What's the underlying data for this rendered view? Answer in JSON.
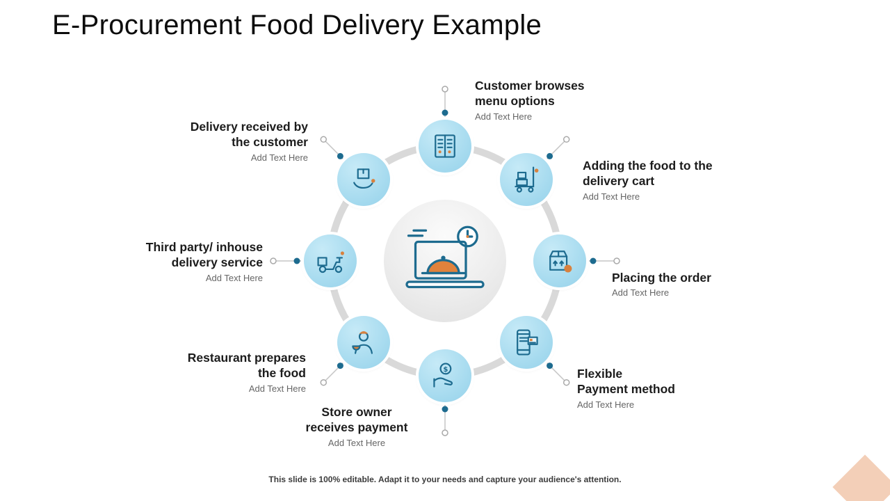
{
  "slide": {
    "title": "E-Procurement Food Delivery Example",
    "footer": "This slide is 100% editable. Adapt it to your needs and capture your audience's attention."
  },
  "center": {
    "icon": "online-food-order-icon"
  },
  "steps": [
    {
      "label": "Customer browses\nmenu options",
      "placeholder": "Add Text Here",
      "icon": "menu-icon"
    },
    {
      "label": "Adding the food to the\ndelivery cart",
      "placeholder": "Add Text Here",
      "icon": "hand-truck-icon"
    },
    {
      "label": "Placing the order",
      "placeholder": "Add Text Here",
      "icon": "package-icon"
    },
    {
      "label": "Flexible\nPayment method",
      "placeholder": "Add Text Here",
      "icon": "mobile-payment-icon"
    },
    {
      "label": "Store owner\nreceives payment",
      "placeholder": "Add Text Here",
      "icon": "coin-hand-icon"
    },
    {
      "label": "Restaurant prepares\nthe food",
      "placeholder": "Add Text Here",
      "icon": "chef-icon"
    },
    {
      "label": "Third party/ inhouse\ndelivery service",
      "placeholder": "Add Text Here",
      "icon": "delivery-scooter-icon"
    },
    {
      "label": "Delivery received by\nthe customer",
      "placeholder": "Add Text Here",
      "icon": "package-handover-icon"
    }
  ],
  "colors": {
    "node_fill": "#a7dcf0",
    "icon_stroke": "#1d6b8f",
    "accent_orange": "#d9813e",
    "ring_gray": "#d9d9d9",
    "corner_diamond": "#f3cfb8"
  }
}
